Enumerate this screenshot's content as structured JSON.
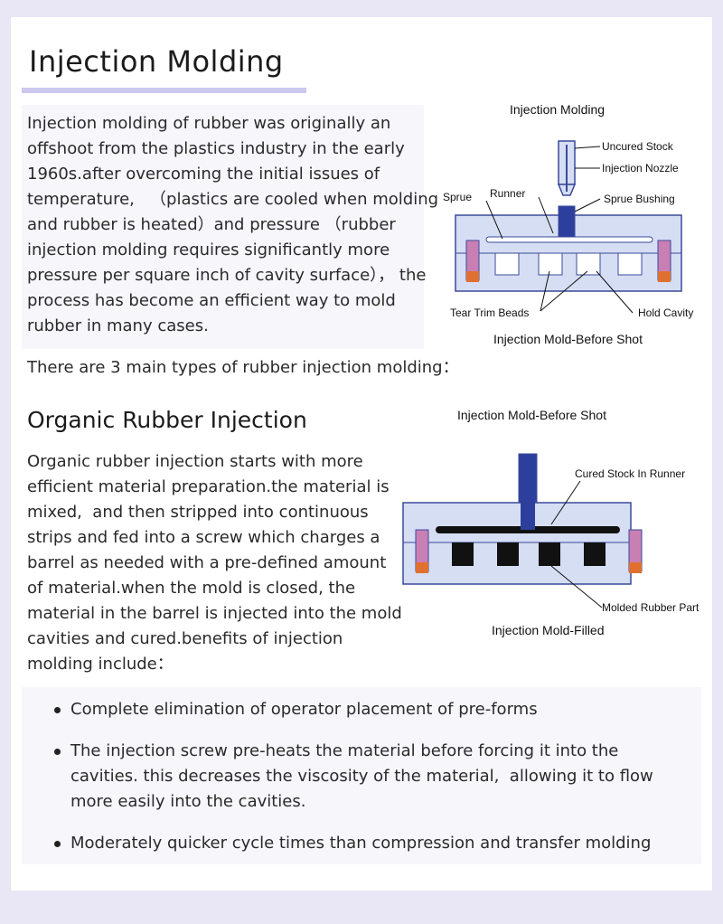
{
  "page": {
    "title": "Injection Molding",
    "intro": "Injection molding of rubber was originally an offshoot from the plastics industry in the early 1960s.after overcoming the initial issues of temperature,   （plastics are cooled when molding and rubber is heated）and pressure （rubber injection molding requires significantly more pressure per square inch of cavity surface）， the process has become an efficient way to mold rubber in many cases.",
    "types_line": "There are 3 main types of rubber injection molding：",
    "organic_title": "Organic Rubber Injection",
    "organic_text": "Organic rubber injection starts with more efficient material preparation.the material is mixed,  and then stripped into continuous strips and fed into a screw which charges a barrel as needed with a pre-defined amount of material.when the mold is closed, the material in the barrel is injected into the mold cavities and cured.benefits of injection molding include：",
    "benefits": [
      "Complete elimination of operator placement of pre-forms",
      "The injection screw pre-heats the material before forcing it into the cavities. this decreases the viscosity of the material,  allowing it to flow more easily into the cavities.",
      "Moderately quicker cycle times than compression and transfer molding"
    ]
  },
  "diagram1": {
    "heading": "Injection Molding",
    "labels": {
      "uncured_stock": "Uncured Stock",
      "injection_nozzle": "Injection Nozzle",
      "sprue": "Sprue",
      "runner": "Runner",
      "sprue_bushing": "Sprue Bushing",
      "tear_trim_beads": "Tear Trim Beads",
      "hold_cavity": "Hold Cavity"
    },
    "caption": "Injection Mold-Before Shot"
  },
  "diagram2": {
    "heading": "Injection Mold-Before Shot",
    "labels": {
      "cured_stock": "Cured Stock In Runner",
      "molded_part": "Molded Rubber Part"
    },
    "caption": "Injection Mold-Filled"
  },
  "colors": {
    "mold_fill": "#d6def4",
    "mold_stroke": "#3a4a9a",
    "pin_purple": "#c87fb4",
    "pin_orange": "#e07030",
    "pin_blue": "#2d3f9c",
    "rubber_black": "#111111"
  }
}
